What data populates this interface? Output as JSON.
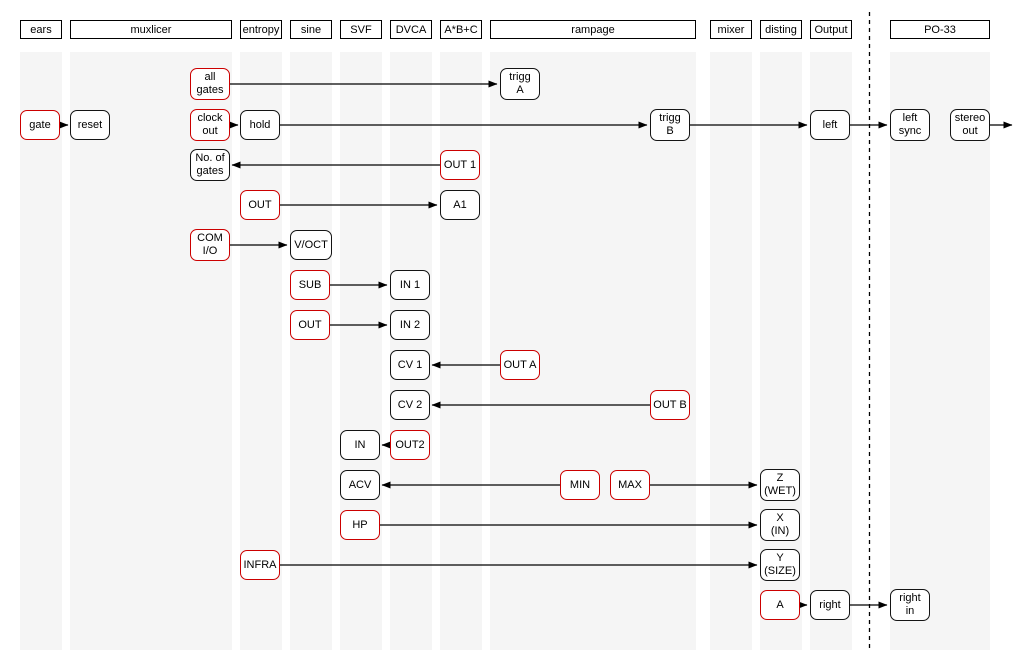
{
  "diagram": {
    "title": "eurorack-patch-diagram",
    "colors": {
      "source_jack_border": "#cc0000",
      "destination_jack_border": "#141414",
      "lane_background": "#f5f5f5",
      "wire": "#000000"
    },
    "modules": [
      {
        "id": "ears",
        "label": "ears"
      },
      {
        "id": "muxlicer",
        "label": "muxlicer"
      },
      {
        "id": "entropy",
        "label": "entropy"
      },
      {
        "id": "sine",
        "label": "sine"
      },
      {
        "id": "svf",
        "label": "SVF"
      },
      {
        "id": "dvca",
        "label": "DVCA"
      },
      {
        "id": "abc",
        "label": "A*B+C"
      },
      {
        "id": "rampage",
        "label": "rampage"
      },
      {
        "id": "mixer",
        "label": "mixer"
      },
      {
        "id": "disting",
        "label": "disting"
      },
      {
        "id": "output",
        "label": "Output"
      },
      {
        "id": "po33",
        "label": "PO-33"
      }
    ],
    "nodes": {
      "gate": {
        "label": "gate",
        "module": "ears",
        "role": "source"
      },
      "reset": {
        "label": "reset",
        "module": "muxlicer",
        "role": "destination"
      },
      "all_gates": {
        "label": "all\ngates",
        "module": "muxlicer",
        "role": "source"
      },
      "trigg_a": {
        "label": "trigg\nA",
        "module": "rampage",
        "role": "destination"
      },
      "clock_out": {
        "label": "clock\nout",
        "module": "muxlicer",
        "role": "source"
      },
      "hold": {
        "label": "hold",
        "module": "entropy",
        "role": "destination"
      },
      "trigg_b": {
        "label": "trigg\nB",
        "module": "rampage",
        "role": "destination"
      },
      "left": {
        "label": "left",
        "module": "output",
        "role": "destination"
      },
      "left_sync": {
        "label": "left\nsync",
        "module": "po33",
        "role": "destination"
      },
      "stereo_out": {
        "label": "stereo\nout",
        "module": "po33",
        "role": "destination"
      },
      "no_of_gates": {
        "label": "No. of\ngates",
        "module": "muxlicer",
        "role": "destination"
      },
      "out_1": {
        "label": "OUT 1",
        "module": "abc",
        "role": "source"
      },
      "out_entropy": {
        "label": "OUT",
        "module": "entropy",
        "role": "source"
      },
      "a1": {
        "label": "A1",
        "module": "abc",
        "role": "destination"
      },
      "com_io": {
        "label": "COM\nI/O",
        "module": "muxlicer",
        "role": "source"
      },
      "v_oct": {
        "label": "V/OCT",
        "module": "sine",
        "role": "destination"
      },
      "sub": {
        "label": "SUB",
        "module": "sine",
        "role": "source"
      },
      "in_1": {
        "label": "IN 1",
        "module": "dvca",
        "role": "destination"
      },
      "out_sine": {
        "label": "OUT",
        "module": "sine",
        "role": "source"
      },
      "in_2": {
        "label": "IN 2",
        "module": "dvca",
        "role": "destination"
      },
      "cv_1": {
        "label": "CV 1",
        "module": "dvca",
        "role": "destination"
      },
      "out_a": {
        "label": "OUT A",
        "module": "rampage",
        "role": "source"
      },
      "cv_2": {
        "label": "CV 2",
        "module": "dvca",
        "role": "destination"
      },
      "out_b": {
        "label": "OUT B",
        "module": "rampage",
        "role": "source"
      },
      "in_svf": {
        "label": "IN",
        "module": "svf",
        "role": "destination"
      },
      "out_2": {
        "label": "OUT2",
        "module": "dvca",
        "role": "source"
      },
      "acv": {
        "label": "ACV",
        "module": "svf",
        "role": "destination"
      },
      "min": {
        "label": "MIN",
        "module": "rampage",
        "role": "source"
      },
      "max": {
        "label": "MAX",
        "module": "rampage",
        "role": "source"
      },
      "z_wet": {
        "label": "Z\n(WET)",
        "module": "disting",
        "role": "destination"
      },
      "hp": {
        "label": "HP",
        "module": "svf",
        "role": "source"
      },
      "x_in": {
        "label": "X\n(IN)",
        "module": "disting",
        "role": "destination"
      },
      "infra": {
        "label": "INFRA",
        "module": "entropy",
        "role": "source"
      },
      "y_size": {
        "label": "Y\n(SIZE)",
        "module": "disting",
        "role": "destination"
      },
      "a": {
        "label": "A",
        "module": "disting",
        "role": "source"
      },
      "right": {
        "label": "right",
        "module": "output",
        "role": "destination"
      },
      "right_in": {
        "label": "right\nin",
        "module": "po33",
        "role": "destination"
      }
    },
    "connections": [
      {
        "from": "all_gates",
        "to": "trigg_a"
      },
      {
        "from": "gate",
        "to": "reset"
      },
      {
        "from": "clock_out",
        "to": "hold"
      },
      {
        "from": "hold",
        "to": "trigg_b"
      },
      {
        "from": "trigg_b",
        "to": "left"
      },
      {
        "from": "left",
        "to": "left_sync"
      },
      {
        "from": "stereo_out",
        "to": "off_canvas_right"
      },
      {
        "from": "out_1",
        "to": "no_of_gates"
      },
      {
        "from": "out_entropy",
        "to": "a1"
      },
      {
        "from": "com_io",
        "to": "v_oct"
      },
      {
        "from": "sub",
        "to": "in_1"
      },
      {
        "from": "out_sine",
        "to": "in_2"
      },
      {
        "from": "out_a",
        "to": "cv_1"
      },
      {
        "from": "out_b",
        "to": "cv_2"
      },
      {
        "from": "out_2",
        "to": "in_svf"
      },
      {
        "from": "min",
        "to": "acv"
      },
      {
        "from": "max",
        "to": "z_wet"
      },
      {
        "from": "hp",
        "to": "x_in"
      },
      {
        "from": "infra",
        "to": "y_size"
      },
      {
        "from": "a",
        "to": "right"
      },
      {
        "from": "right",
        "to": "right_in"
      }
    ]
  }
}
